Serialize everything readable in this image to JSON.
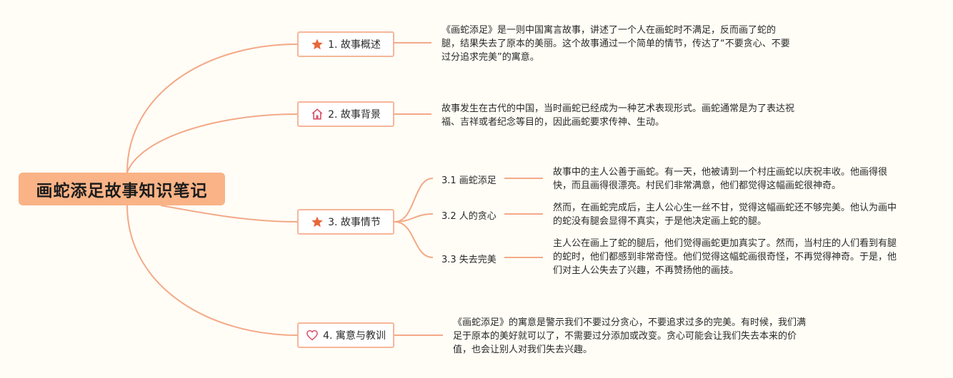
{
  "root": {
    "title": "画蛇添足故事知识笔记"
  },
  "colors": {
    "root_fill": "#f9b386",
    "line": "#f4a987",
    "node_border": "#f6b699",
    "icon_orange": "#e8673a",
    "icon_pink": "#d9536b"
  },
  "branches": [
    {
      "label": "1. 故事概述",
      "icon": "star-icon",
      "text": "《画蛇添足》是一则中国寓言故事，讲述了一个人在画蛇时不满足，反而画了蛇的腿，结果失去了原本的美丽。这个故事通过一个简单的情节，传达了“不要贪心、不要过分追求完美”的寓意。"
    },
    {
      "label": "2. 故事背景",
      "icon": "home-icon",
      "text": "故事发生在古代的中国，当时画蛇已经成为一种艺术表现形式。画蛇通常是为了表达祝福、吉祥或者纪念等目的，因此画蛇要求传神、生动。"
    },
    {
      "label": "3. 故事情节",
      "icon": "star-icon",
      "children": [
        {
          "label": "3.1 画蛇添足",
          "text": "故事中的主人公善于画蛇。有一天，他被请到一个村庄画蛇以庆祝丰收。他画得很快，而且画得很漂亮。村民们非常满意，他们都觉得这幅画蛇很神奇。"
        },
        {
          "label": "3.2 人的贪心",
          "text": "然而，在画蛇完成后，主人公心生一丝不甘，觉得这幅画蛇还不够完美。他认为画中的蛇没有腿会显得不真实，于是他决定画上蛇的腿。"
        },
        {
          "label": "3.3 失去完美",
          "text": "主人公在画上了蛇的腿后，他们觉得画蛇更加真实了。然而，当村庄的人们看到有腿的蛇时，他们都感到非常奇怪。他们觉得这幅蛇画很奇怪，不再觉得神奇。于是，他们对主人公失去了兴趣，不再赞扬他的画技。"
        }
      ]
    },
    {
      "label": "4. 寓意与教训",
      "icon": "heart-icon",
      "text": "《画蛇添足》的寓意是警示我们不要过分贪心，不要追求过多的完美。有时候，我们满足于原本的美好就可以了，不需要过分添加或改变。贪心可能会让我们失去本来的价值，也会让别人对我们失去兴趣。"
    }
  ]
}
